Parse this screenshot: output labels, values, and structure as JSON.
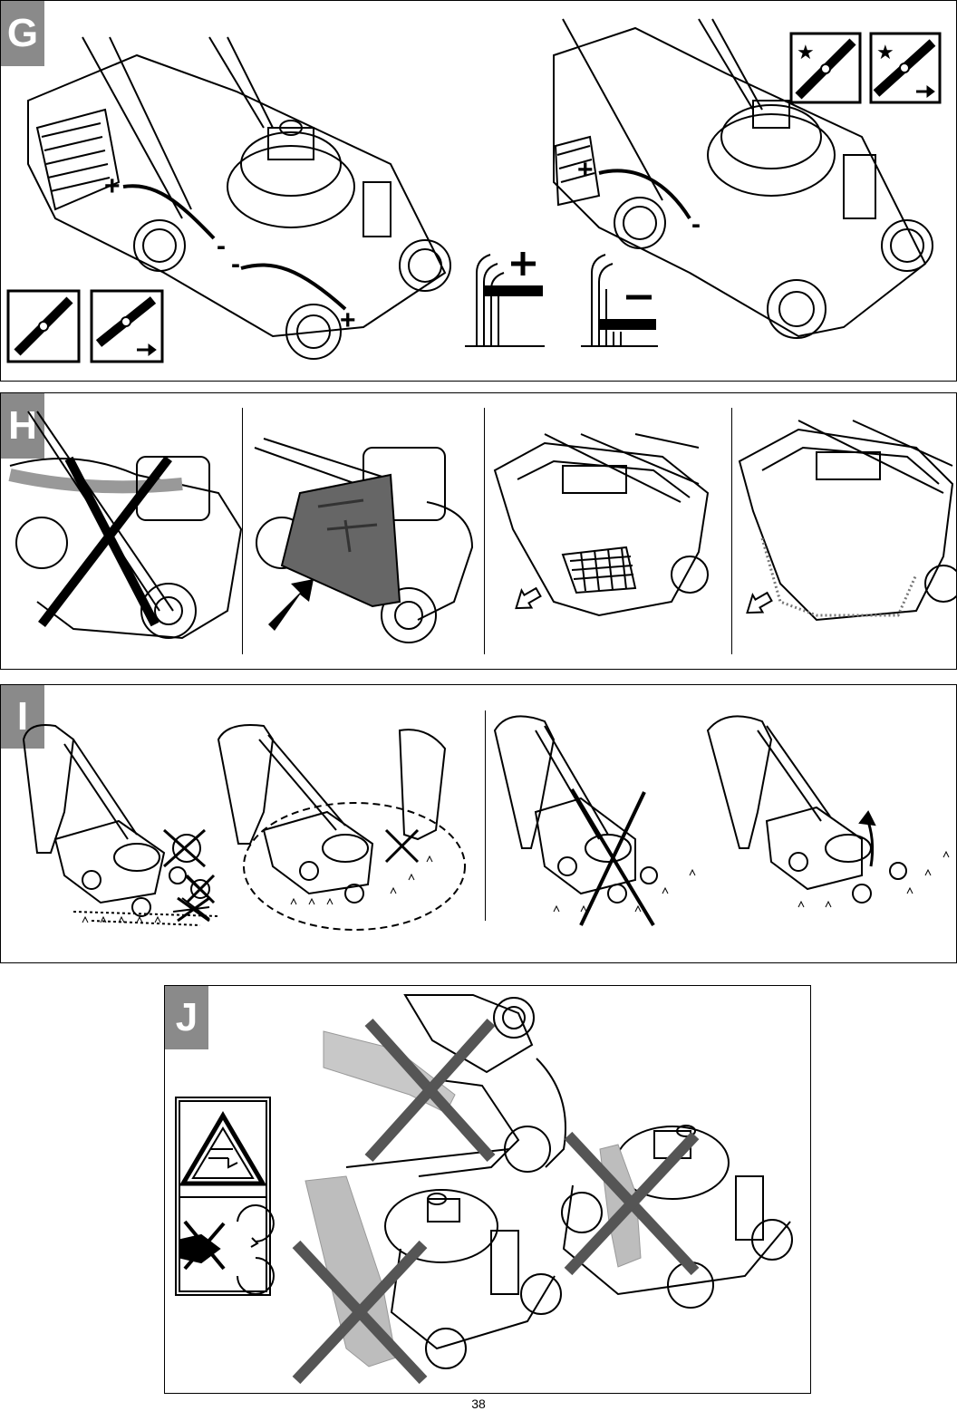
{
  "sections": {
    "G": {
      "label": "G",
      "adjust_plus": "+",
      "adjust_minus": "-"
    },
    "H": {
      "label": "H"
    },
    "I": {
      "label": "I"
    },
    "J": {
      "label": "J"
    }
  },
  "page_number": "38",
  "colors": {
    "tag_bg": "#8a8a8a",
    "cross": "#555555",
    "grey_fill": "#bdbdbd"
  },
  "icons": [
    "blade-icon",
    "blade-direction-icon",
    "height-plus-icon",
    "height-minus-icon",
    "warning-triangle-icon",
    "no-hands-icon",
    "rotating-blade-icon",
    "arrow-icon"
  ]
}
